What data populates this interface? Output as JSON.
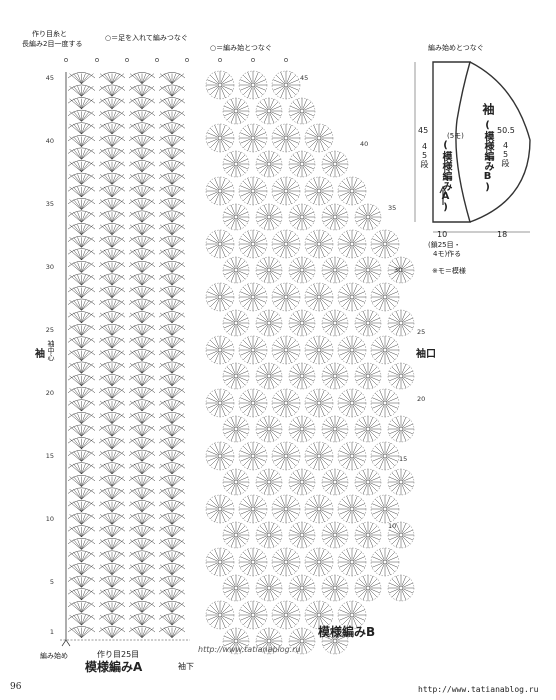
{
  "page_number": "96",
  "watermark_center": "http://www.tatianablog.ru",
  "watermark_footer": "http://www.tatianablog.ru",
  "notes": {
    "top_left": [
      "作り目糸と",
      "長編み2目一度する"
    ],
    "top_mid": "○＝足を入れて編みつなぐ",
    "top_mid2": "○＝編み始とつなぐ",
    "start": "編み始め",
    "foundation": "作り目25目",
    "pattern_a": "模様編みA",
    "pattern_b": "模様編みB",
    "underarm": "袖下",
    "sleeve_center_label": "袖中心",
    "sleeve_label_left": "袖",
    "cuff_label": "袖口"
  },
  "row_labels_left": [
    "45",
    "40",
    "35",
    "30",
    "25",
    "20",
    "15",
    "10",
    "5",
    "1"
  ],
  "row_labels_right": [
    "45",
    "40",
    "35",
    "30",
    "25",
    "20",
    "15",
    "10"
  ],
  "schematic": {
    "top_note": "編み始めとつなぐ",
    "title": "袖",
    "pattern_b": "(模様編みB)",
    "pattern_a": "(模様編みA)",
    "left_dim": "45",
    "left_dim2": "45段",
    "inner_dim": "(5モ)",
    "right_dim": "50.5",
    "right_dim2": "45段",
    "bottom_dim": "10",
    "bottom_dim2": "(鎖25目・",
    "bottom_dim3": "4モ)作る",
    "bottom_right_dim": "18",
    "legend": "※モ＝模様"
  }
}
